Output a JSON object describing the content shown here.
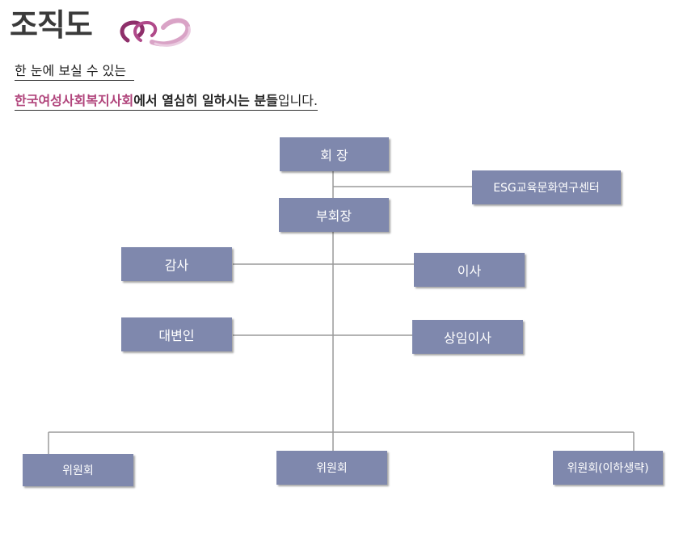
{
  "header": {
    "title": "조직도",
    "intro_line1": "한 눈에 보실 수 있는",
    "intro_org": "한국여성사회복지사회",
    "intro_mid": "에서 열심히 일하시는 분들",
    "intro_end": "입니다."
  },
  "org_chart": {
    "president": "회 장",
    "esg_center": "ESG교육문화연구센터",
    "vice_president": "부회장",
    "auditor": "감사",
    "director": "이사",
    "spokesperson": "대변인",
    "standing_director": "상임이사",
    "committee_left": "위원회",
    "committee_center": "위원회",
    "committee_right": "위원회(이하생략)"
  },
  "colors": {
    "box_fill": "#7f88ad",
    "line": "#9a9a9a",
    "accent": "#b1457c"
  }
}
